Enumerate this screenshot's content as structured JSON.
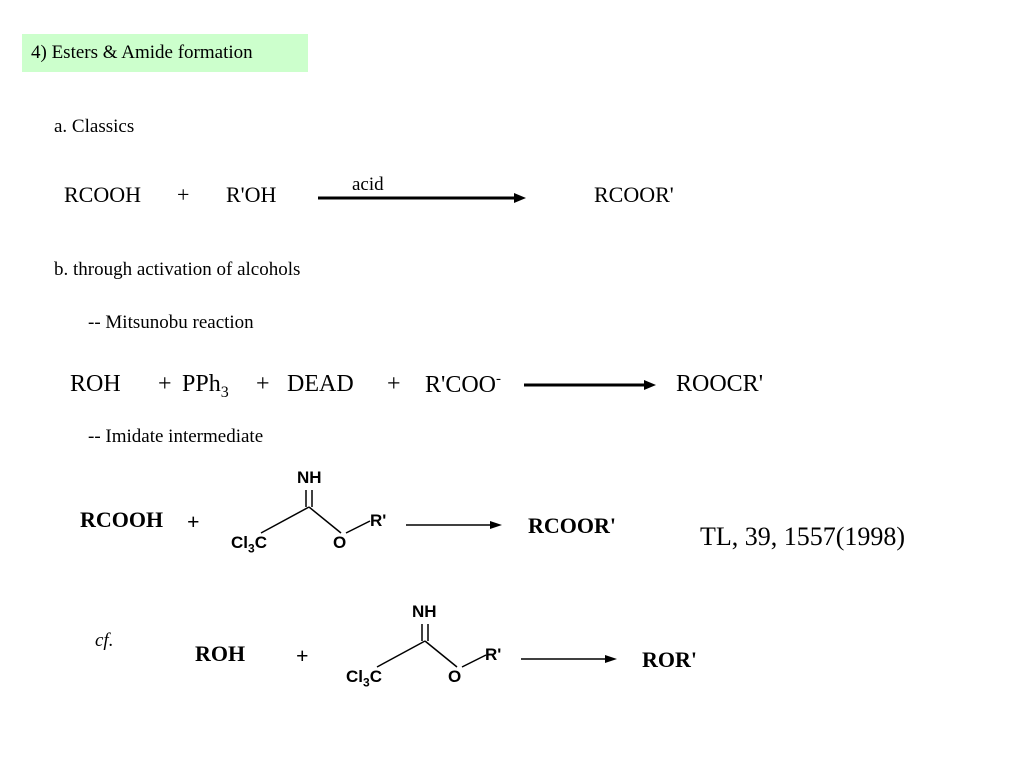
{
  "title": "4) Esters & Amide formation",
  "section_a": {
    "heading": "a. Classics",
    "reactant1": "RCOOH",
    "plus": "+",
    "reactant2": "R'OH",
    "condition": "acid",
    "product": "RCOOR'"
  },
  "section_b": {
    "heading": "b. through activation of alcohols",
    "mitsunobu": {
      "heading": "-- Mitsunobu reaction",
      "reactant1": "ROH",
      "plus": "+",
      "pph_main": "PPh",
      "pph_sub": "3",
      "dead": "DEAD",
      "carboxylate": "R'COO",
      "carboxylate_charge": "-",
      "product": "ROOCR'"
    },
    "imidate": {
      "heading": "-- Imidate intermediate",
      "reactant1": "RCOOH",
      "plus": "+",
      "structure": {
        "nh": "NH",
        "r_prime": "R'",
        "oxygen": "O",
        "ccl3_main": "Cl",
        "ccl3_sub": "3",
        "ccl3_c": "C"
      },
      "product": "RCOOR'",
      "reference": "TL, 39, 1557(1998)"
    },
    "cf": {
      "label": "cf.",
      "reactant1": "ROH",
      "plus": "+",
      "structure": {
        "nh": "NH",
        "r_prime": "R'",
        "oxygen": "O",
        "ccl3_main": "Cl",
        "ccl3_sub": "3",
        "ccl3_c": "C"
      },
      "product": "ROR'"
    }
  }
}
